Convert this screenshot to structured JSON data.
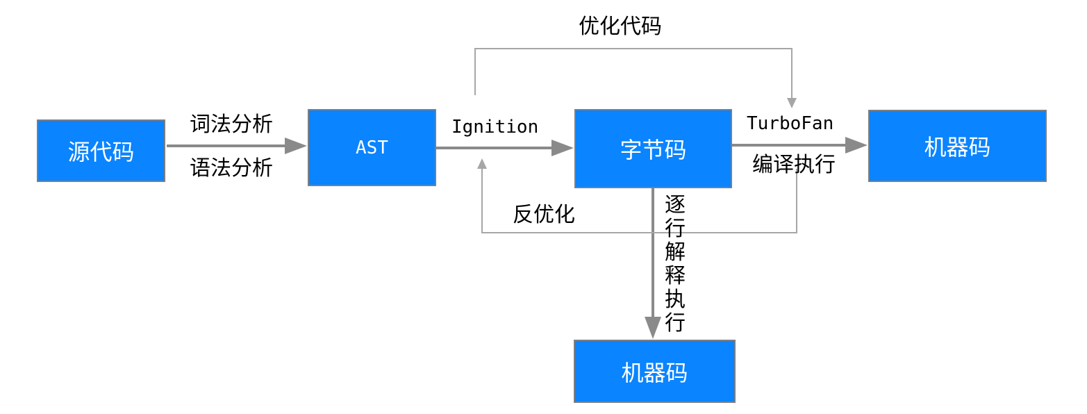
{
  "nodes": {
    "source": "源代码",
    "ast": "AST",
    "bytecode": "字节码",
    "machine_right": "机器码",
    "machine_bottom": "机器码"
  },
  "edges": {
    "lexical": "词法分析",
    "syntax": "语法分析",
    "ignition": "Ignition",
    "turbofan": "TurboFan",
    "compile_exec": "编译执行",
    "optimize": "优化代码",
    "deoptimize": "反优化",
    "interpret": "逐行解释执行"
  },
  "colors": {
    "box_fill": "#0a84ff",
    "box_border": "#7a7f86",
    "arrow": "#8a8a8a",
    "thin_line": "#a6a6a6"
  }
}
